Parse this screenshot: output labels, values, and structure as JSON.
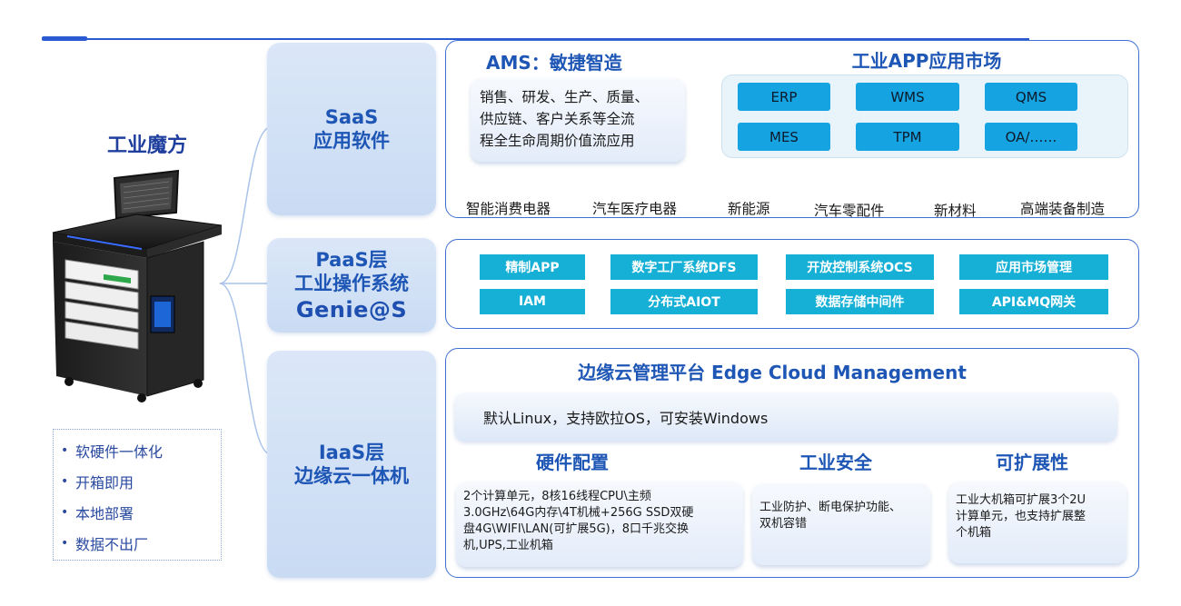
{
  "left": {
    "title": "工业魔方",
    "bullets": [
      "软硬件一体化",
      "开箱即用",
      "本地部署",
      "数据不出厂"
    ],
    "bullet_symbol": "•"
  },
  "saas": {
    "label_line1": "SaaS",
    "label_line2": "应用软件",
    "ams_title": "AMS：敏捷智造",
    "ams_lines": [
      "销售、研发、生产、质量、",
      "供应链、客户关系等全流",
      "程全生命周期价值流应用"
    ],
    "market_title": "工业APP应用市场",
    "market_items": [
      "ERP",
      "WMS",
      "QMS",
      "MES",
      "TPM",
      "OA/……"
    ],
    "industries": [
      "智能消费电器",
      "汽车医疗电器",
      "新能源",
      "汽车零配件",
      "新材料",
      "高端装备制造"
    ]
  },
  "paas": {
    "label_line1": "PaaS层",
    "label_line2": "工业操作系统",
    "logo_text": "Genie@S",
    "items": [
      "精制APP",
      "数字工厂系统DFS",
      "开放控制系统OCS",
      "应用市场管理",
      "IAM",
      "分布式AIOT",
      "数据存储中间件",
      "API&MQ网关"
    ]
  },
  "iaas": {
    "label_line1": "IaaS层",
    "label_line2": "边缘云一体机",
    "edge_title": "边缘云管理平台 Edge Cloud Management",
    "os_text": "默认Linux，支持欧拉OS，可安装Windows",
    "sections": [
      {
        "title": "硬件配置",
        "lines": [
          "2个计算单元，8核16线程CPU\\主频",
          "3.0GHz\\64G内存\\4T机械+256G SSD双硬",
          "盘4G\\WIFI\\LAN(可扩展5G)，8口千兆交换",
          "机,UPS,工业机箱"
        ]
      },
      {
        "title": "工业安全",
        "lines": [
          "工业防护、断电保护功能、",
          "双机容错"
        ]
      },
      {
        "title": "可扩展性",
        "lines": [
          "工业大机箱可扩展3个2U",
          "计算单元，也支持扩展整",
          "个机箱"
        ]
      }
    ]
  },
  "colors": {
    "accent": "#1e56b5",
    "market_button": "#15a3e2",
    "paas_button": "#16b0d6",
    "border": "#3f6fd3"
  }
}
